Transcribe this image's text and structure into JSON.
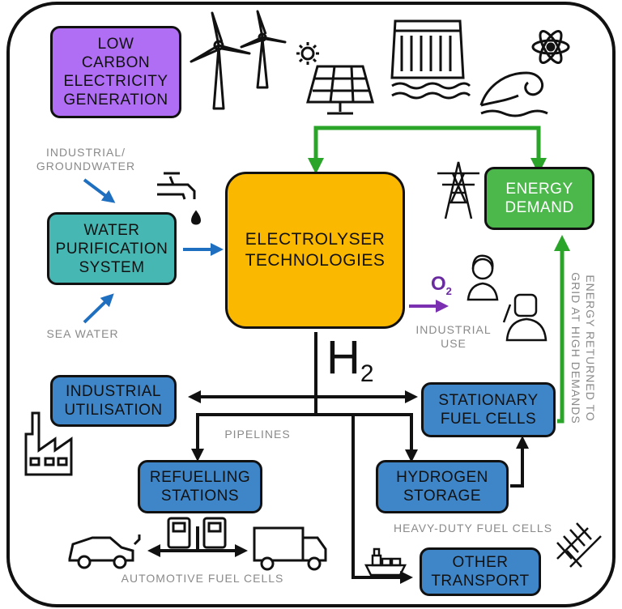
{
  "boxes": {
    "low_carbon": "LOW\nCARBON\nELECTRICITY\nGENERATION",
    "water_purification": "WATER\nPURIFICATION\nSYSTEM",
    "electrolyser": "ELECTROLYSER\nTECHNOLOGIES",
    "energy_demand": "ENERGY\nDEMAND",
    "industrial_utilisation": "INDUSTRIAL\nUTILISATION",
    "stationary_fuel_cells": "STATIONARY\nFUEL CELLS",
    "refuelling_stations": "REFUELLING\nSTATIONS",
    "hydrogen_storage": "HYDROGEN\nSTORAGE",
    "other_transport": "OTHER\nTRANSPORT"
  },
  "labels": {
    "industrial_groundwater": "INDUSTRIAL/\nGROUNDWATER",
    "sea_water": "SEA WATER",
    "industrial_use": "INDUSTRIAL\nUSE",
    "pipelines": "PIPELINES",
    "heavy_duty": "HEAVY-DUTY FUEL CELLS",
    "automotive": "AUTOMOTIVE FUEL CELLS",
    "energy_returned": "ENERGY RETURNED TO\nGRID AT HIGH DEMANDS",
    "h2_main": "H",
    "h2_sub": "2",
    "o2_main": "O",
    "o2_sub": "2"
  },
  "colors": {
    "purple": "#b06ef5",
    "teal": "#47b7b4",
    "orange": "#fbb800",
    "green": "#4cb84c",
    "blue": "#3f86c9",
    "arrow_green": "#2aa52a",
    "arrow_blue": "#1f6fc0",
    "arrow_purple": "#7a30b0"
  },
  "icons": [
    "wind-turbine-icon",
    "solar-panel-icon",
    "hydro-dam-icon",
    "wave-icon",
    "atom-icon",
    "water-tap-icon",
    "pylon-icon",
    "worker-icon",
    "factory-icon",
    "car-icon",
    "fuel-pump-icon",
    "truck-icon",
    "ship-icon",
    "railway-track-icon"
  ]
}
